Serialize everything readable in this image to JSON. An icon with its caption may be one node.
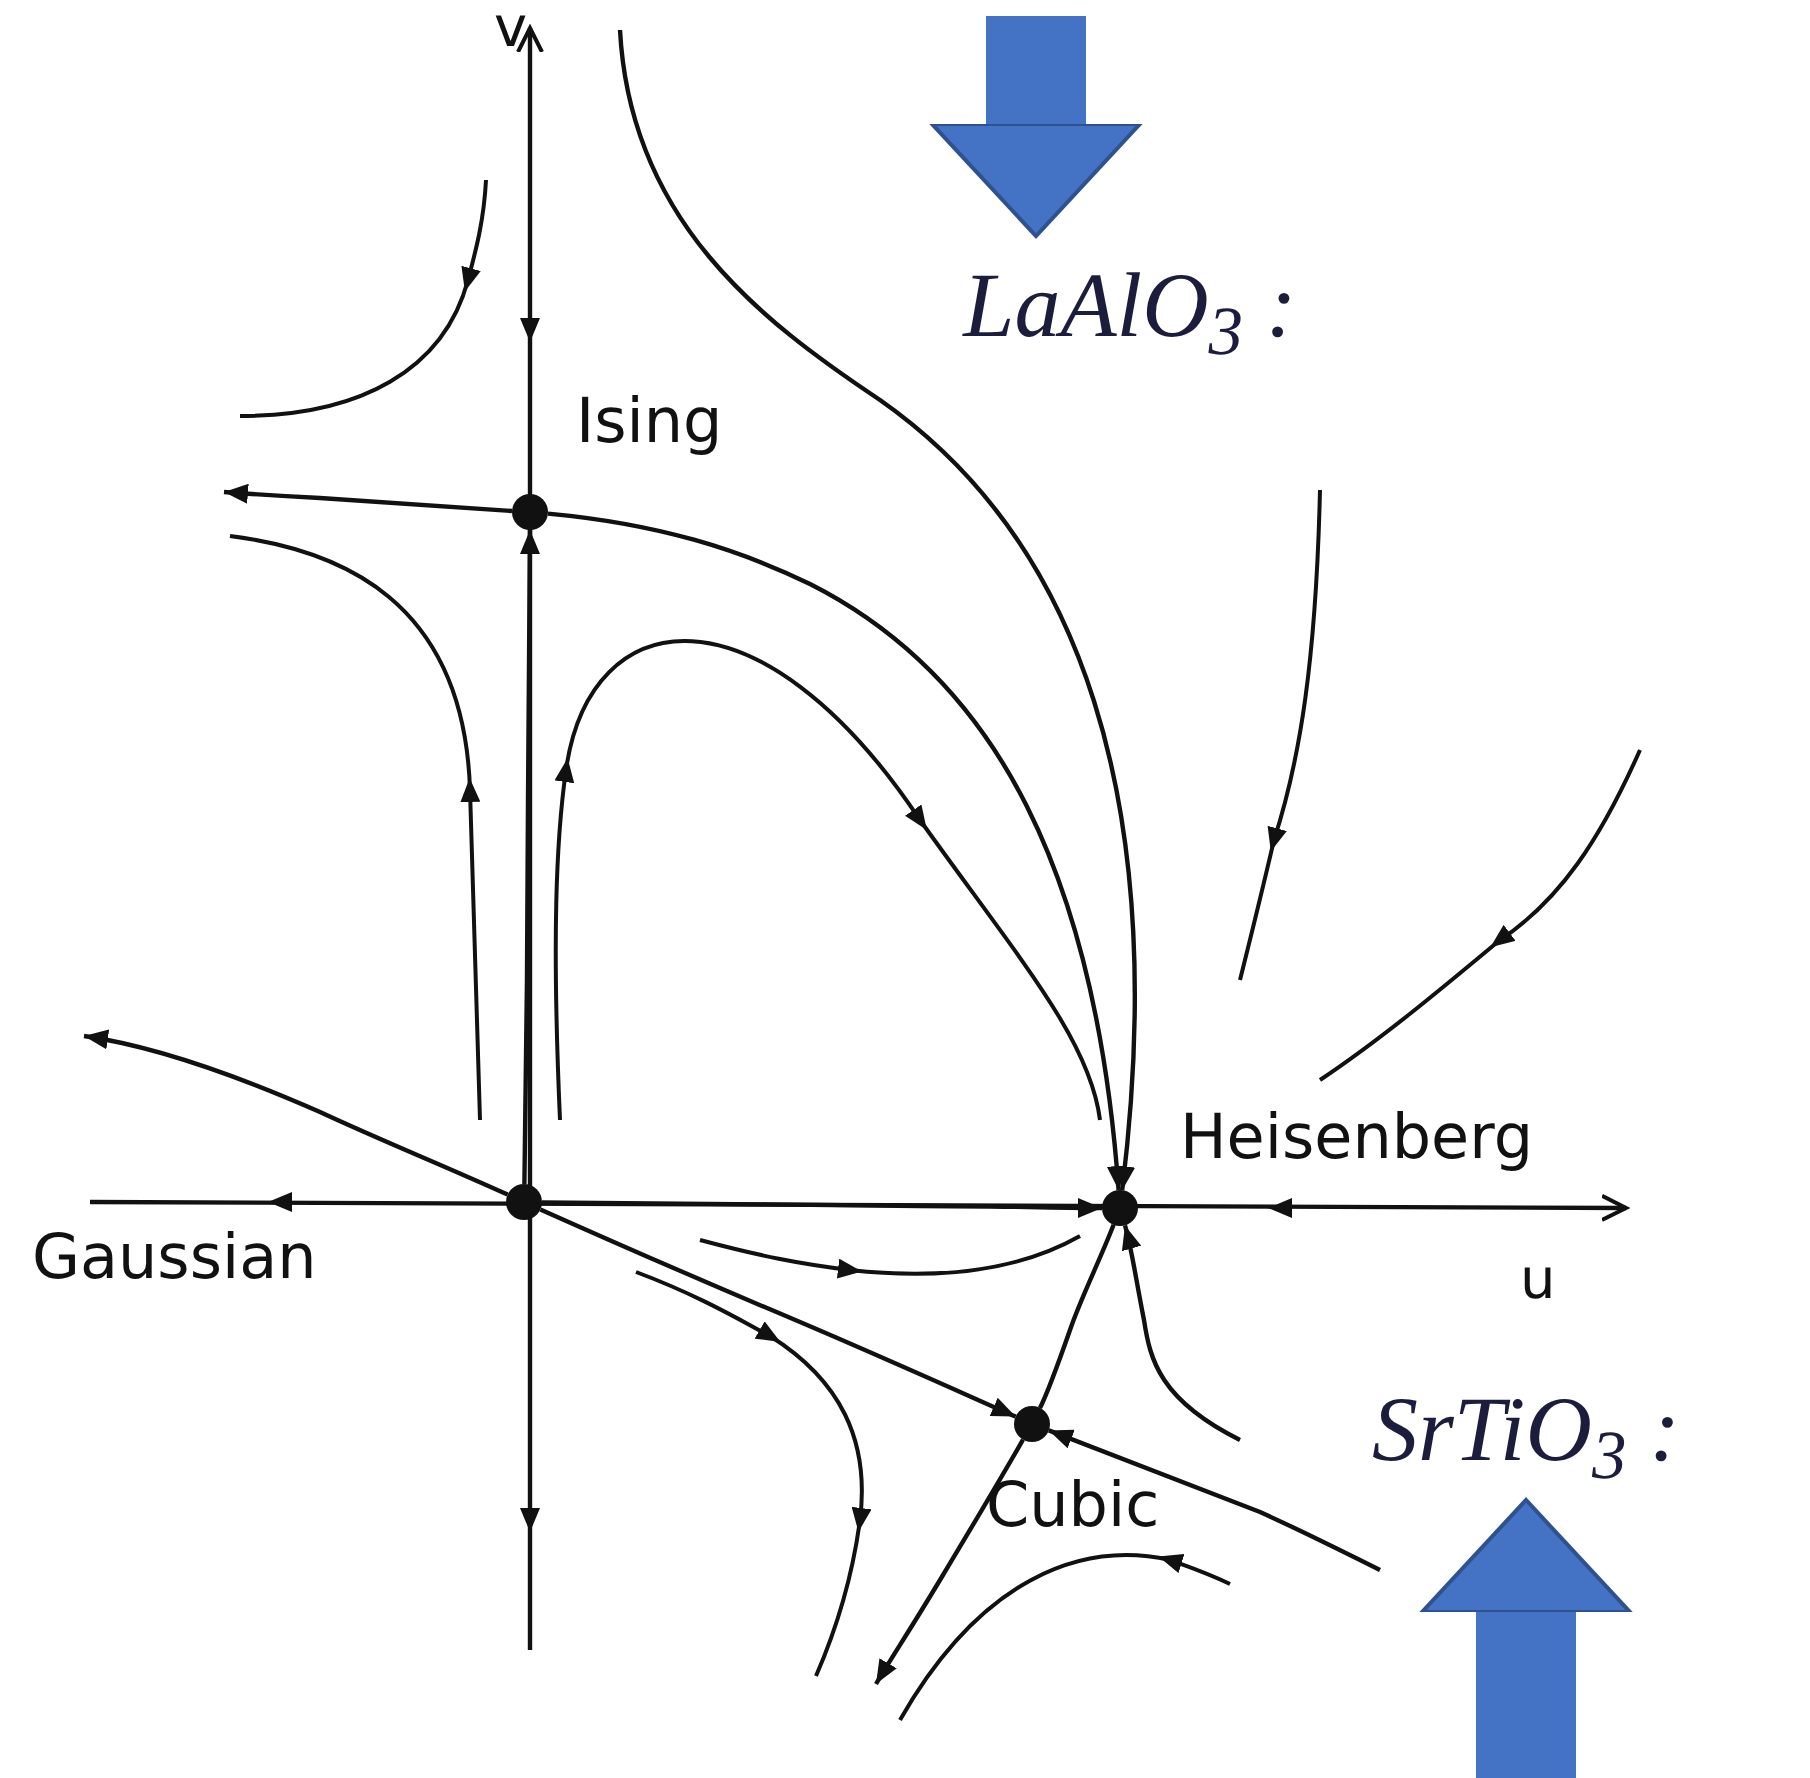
{
  "diagram": {
    "nodes": [
      {
        "text": [
          "LaAlO$_{3}$ :"
        ]
      },
      {
        "text": [],
        "shape": "circle",
        "beside": [
          "Ising"
        ]
      },
      {
        "text": [],
        "shape": "circle",
        "beside": [
          "Gaussian"
        ]
      },
      {
        "text": [],
        "shape": "circle",
        "beside": [
          "Heisenberg"
        ]
      },
      {
        "text": [],
        "shape": "circle",
        "beside": [
          "Cubic"
        ]
      },
      {
        "text": [
          "SrTiO$_{3}$ :"
        ]
      }
    ],
    "edges": [
      {
        "from": 2,
        "to": 1,
        "arrow": "to"
      },
      {
        "from": 2,
        "to": 3,
        "arrow": "to"
      },
      {
        "from": 1,
        "to": 3,
        "arrow": "to"
      },
      {
        "from": 3,
        "to": 4,
        "arrow": "none"
      },
      {
        "from": 2,
        "to": 4,
        "arrow": "to"
      },
      {
        "from": 1,
        "to": null,
        "arrow": "to"
      },
      {
        "from": 2,
        "to": null,
        "arrow": "to"
      },
      {
        "from": null,
        "to": 4,
        "arrow": "to"
      },
      {
        "from": 4,
        "to": null,
        "arrow": "to"
      },
      {
        "from": null,
        "to": 3,
        "arrow": "to"
      },
      {
        "from": null,
        "to": 3,
        "arrow": "to"
      },
      {
        "from": null,
        "to": 0,
        "arrow": "to",
        "style": "thick",
        "color": "#4472c4"
      },
      {
        "from": null,
        "to": 5,
        "arrow": "to",
        "style": "thick",
        "color": "#4472c4"
      }
    ],
    "labels": [
      "v",
      "u"
    ]
  }
}
